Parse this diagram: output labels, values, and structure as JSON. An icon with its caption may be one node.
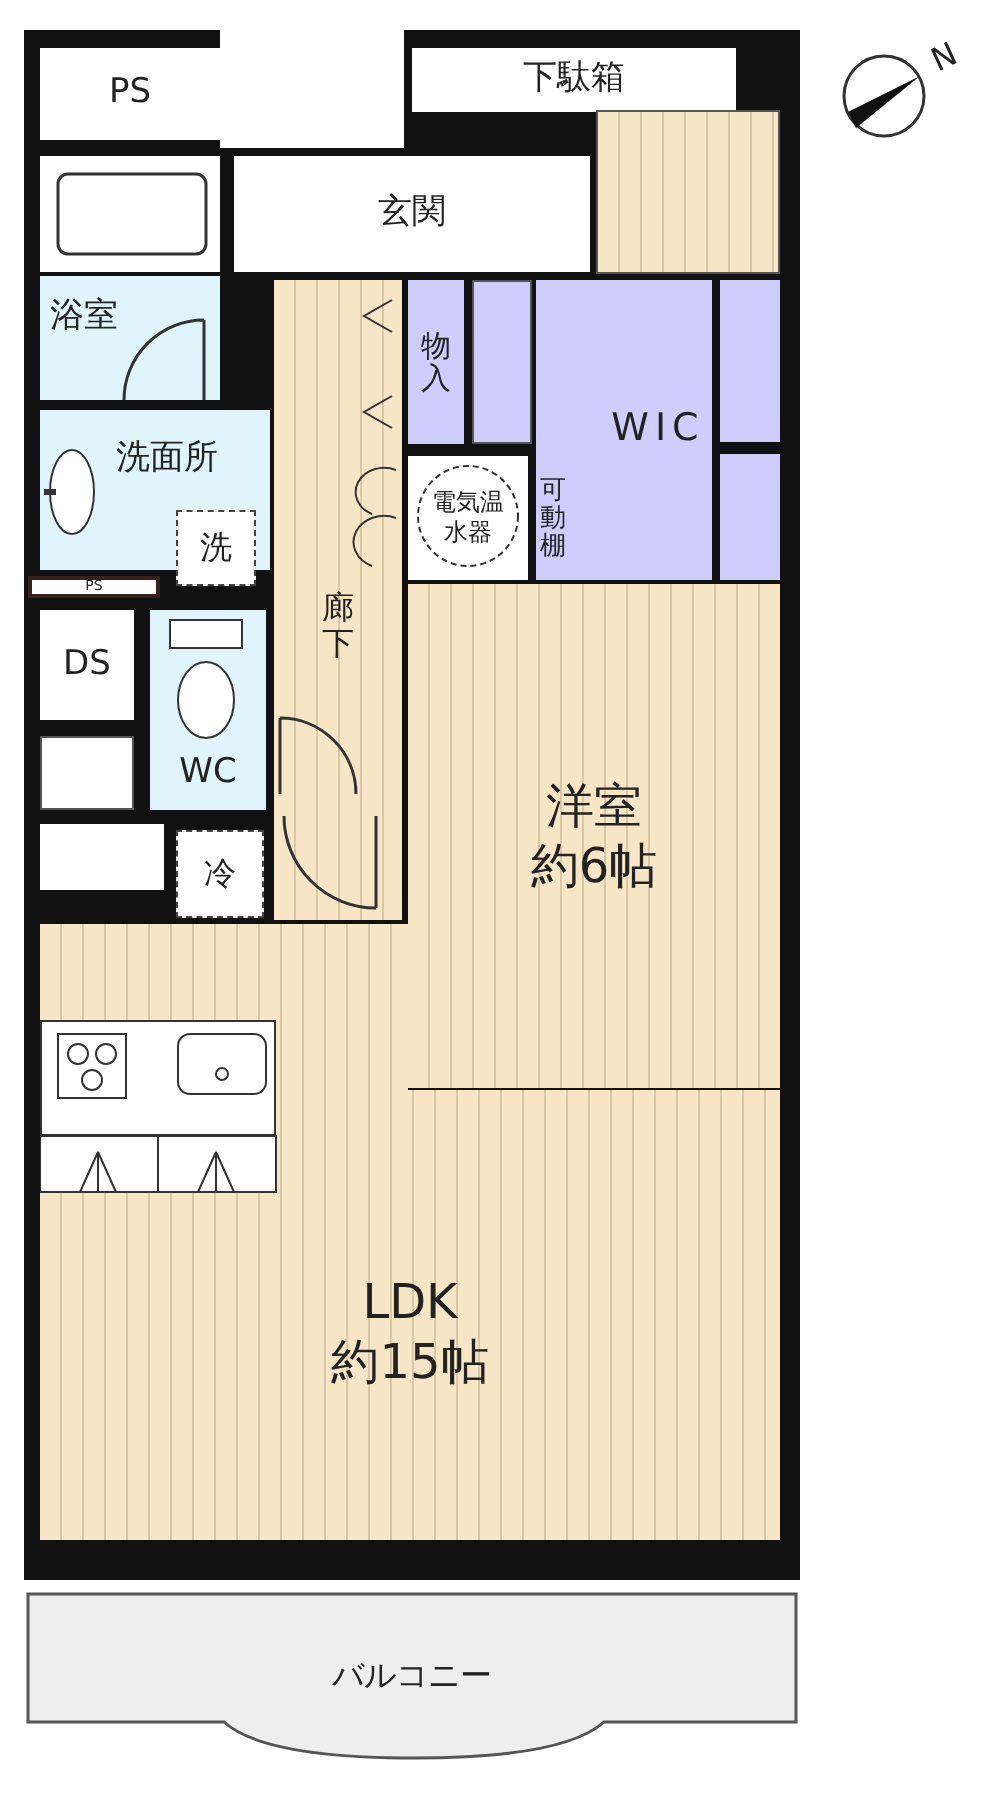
{
  "diagram": {
    "nodes": [
      {
        "text": [
          "PS"
        ]
      },
      {
        "text": [
          "下駄箱"
        ]
      },
      {
        "text": [],
        "shape": "box"
      },
      {
        "text": [
          "玄関"
        ]
      },
      {
        "text": [
          "浴室"
        ]
      },
      {
        "text": [
          "物入"
        ]
      },
      {
        "text": [],
        "shape": "box"
      },
      {
        "text": [
          "WIC"
        ]
      },
      {
        "text": [
          "洗面所"
        ]
      },
      {
        "text": [
          "電気温水器"
        ]
      },
      {
        "text": [
          "可動棚"
        ],
        "in": 7
      },
      {
        "text": [
          "洗"
        ],
        "in": 8
      },
      {
        "text": [
          "PS"
        ]
      },
      {
        "text": [
          "廊下"
        ]
      },
      {
        "text": [
          "DS"
        ]
      },
      {
        "text": [],
        "shape": "box"
      },
      {
        "text": [
          "WC"
        ]
      },
      {
        "text": [
          "洋室",
          "約6帖"
        ]
      },
      {
        "text": [
          "冷"
        ]
      },
      {
        "text": [
          "LDK",
          "約15帖"
        ]
      },
      {
        "text": [
          "バルコニー"
        ]
      }
    ],
    "labels": [
      "N"
    ]
  }
}
